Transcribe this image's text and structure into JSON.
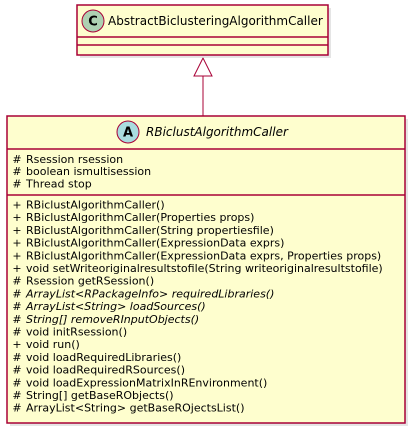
{
  "colors": {
    "class_fill": "#FEFECE",
    "border": "#A80036",
    "stereotype_circle_c": "#ADD1B2",
    "stereotype_circle_a": "#A9DCDF",
    "text": "#000000"
  },
  "parent_class": {
    "stereotype_letter": "C",
    "name": "AbstractBiclusteringAlgorithmCaller",
    "italic": false
  },
  "child_class": {
    "stereotype_letter": "A",
    "name": "RBiclustAlgorithmCaller",
    "italic": true,
    "fields": [
      {
        "visibility": "#",
        "text": "Rsession rsession",
        "italic": false
      },
      {
        "visibility": "#",
        "text": "boolean ismultisession",
        "italic": false
      },
      {
        "visibility": "#",
        "text": "Thread stop",
        "italic": false
      }
    ],
    "methods": [
      {
        "visibility": "+",
        "text": "RBiclustAlgorithmCaller()",
        "italic": false
      },
      {
        "visibility": "+",
        "text": "RBiclustAlgorithmCaller(Properties props)",
        "italic": false
      },
      {
        "visibility": "+",
        "text": "RBiclustAlgorithmCaller(String propertiesfile)",
        "italic": false
      },
      {
        "visibility": "+",
        "text": "RBiclustAlgorithmCaller(ExpressionData exprs)",
        "italic": false
      },
      {
        "visibility": "+",
        "text": "RBiclustAlgorithmCaller(ExpressionData exprs, Properties props)",
        "italic": false
      },
      {
        "visibility": "+",
        "text": "void setWriteoriginalresultstofile(String writeoriginalresultstofile)",
        "italic": false
      },
      {
        "visibility": "#",
        "text": "Rsession getRSession()",
        "italic": false
      },
      {
        "visibility": "#",
        "text": "ArrayList<RPackageInfo> requiredLibraries()",
        "italic": true
      },
      {
        "visibility": "#",
        "text": "ArrayList<String> loadSources()",
        "italic": true
      },
      {
        "visibility": "#",
        "text": "String[] removeRInputObjects()",
        "italic": true
      },
      {
        "visibility": "#",
        "text": "void initRsession()",
        "italic": false
      },
      {
        "visibility": "+",
        "text": "void run()",
        "italic": false
      },
      {
        "visibility": "#",
        "text": "void loadRequiredLibraries()",
        "italic": false
      },
      {
        "visibility": "#",
        "text": "void loadRequiredRSources()",
        "italic": false
      },
      {
        "visibility": "#",
        "text": "void loadExpressionMatrixInREnvironment()",
        "italic": false
      },
      {
        "visibility": "#",
        "text": "String[] getBaseRObjects()",
        "italic": false
      },
      {
        "visibility": "#",
        "text": "ArrayList<String> getBaseROjectsList()",
        "italic": false
      }
    ]
  },
  "relations": [
    {
      "type": "inheritance",
      "from": "RBiclustAlgorithmCaller",
      "to": "AbstractBiclusteringAlgorithmCaller"
    }
  ]
}
